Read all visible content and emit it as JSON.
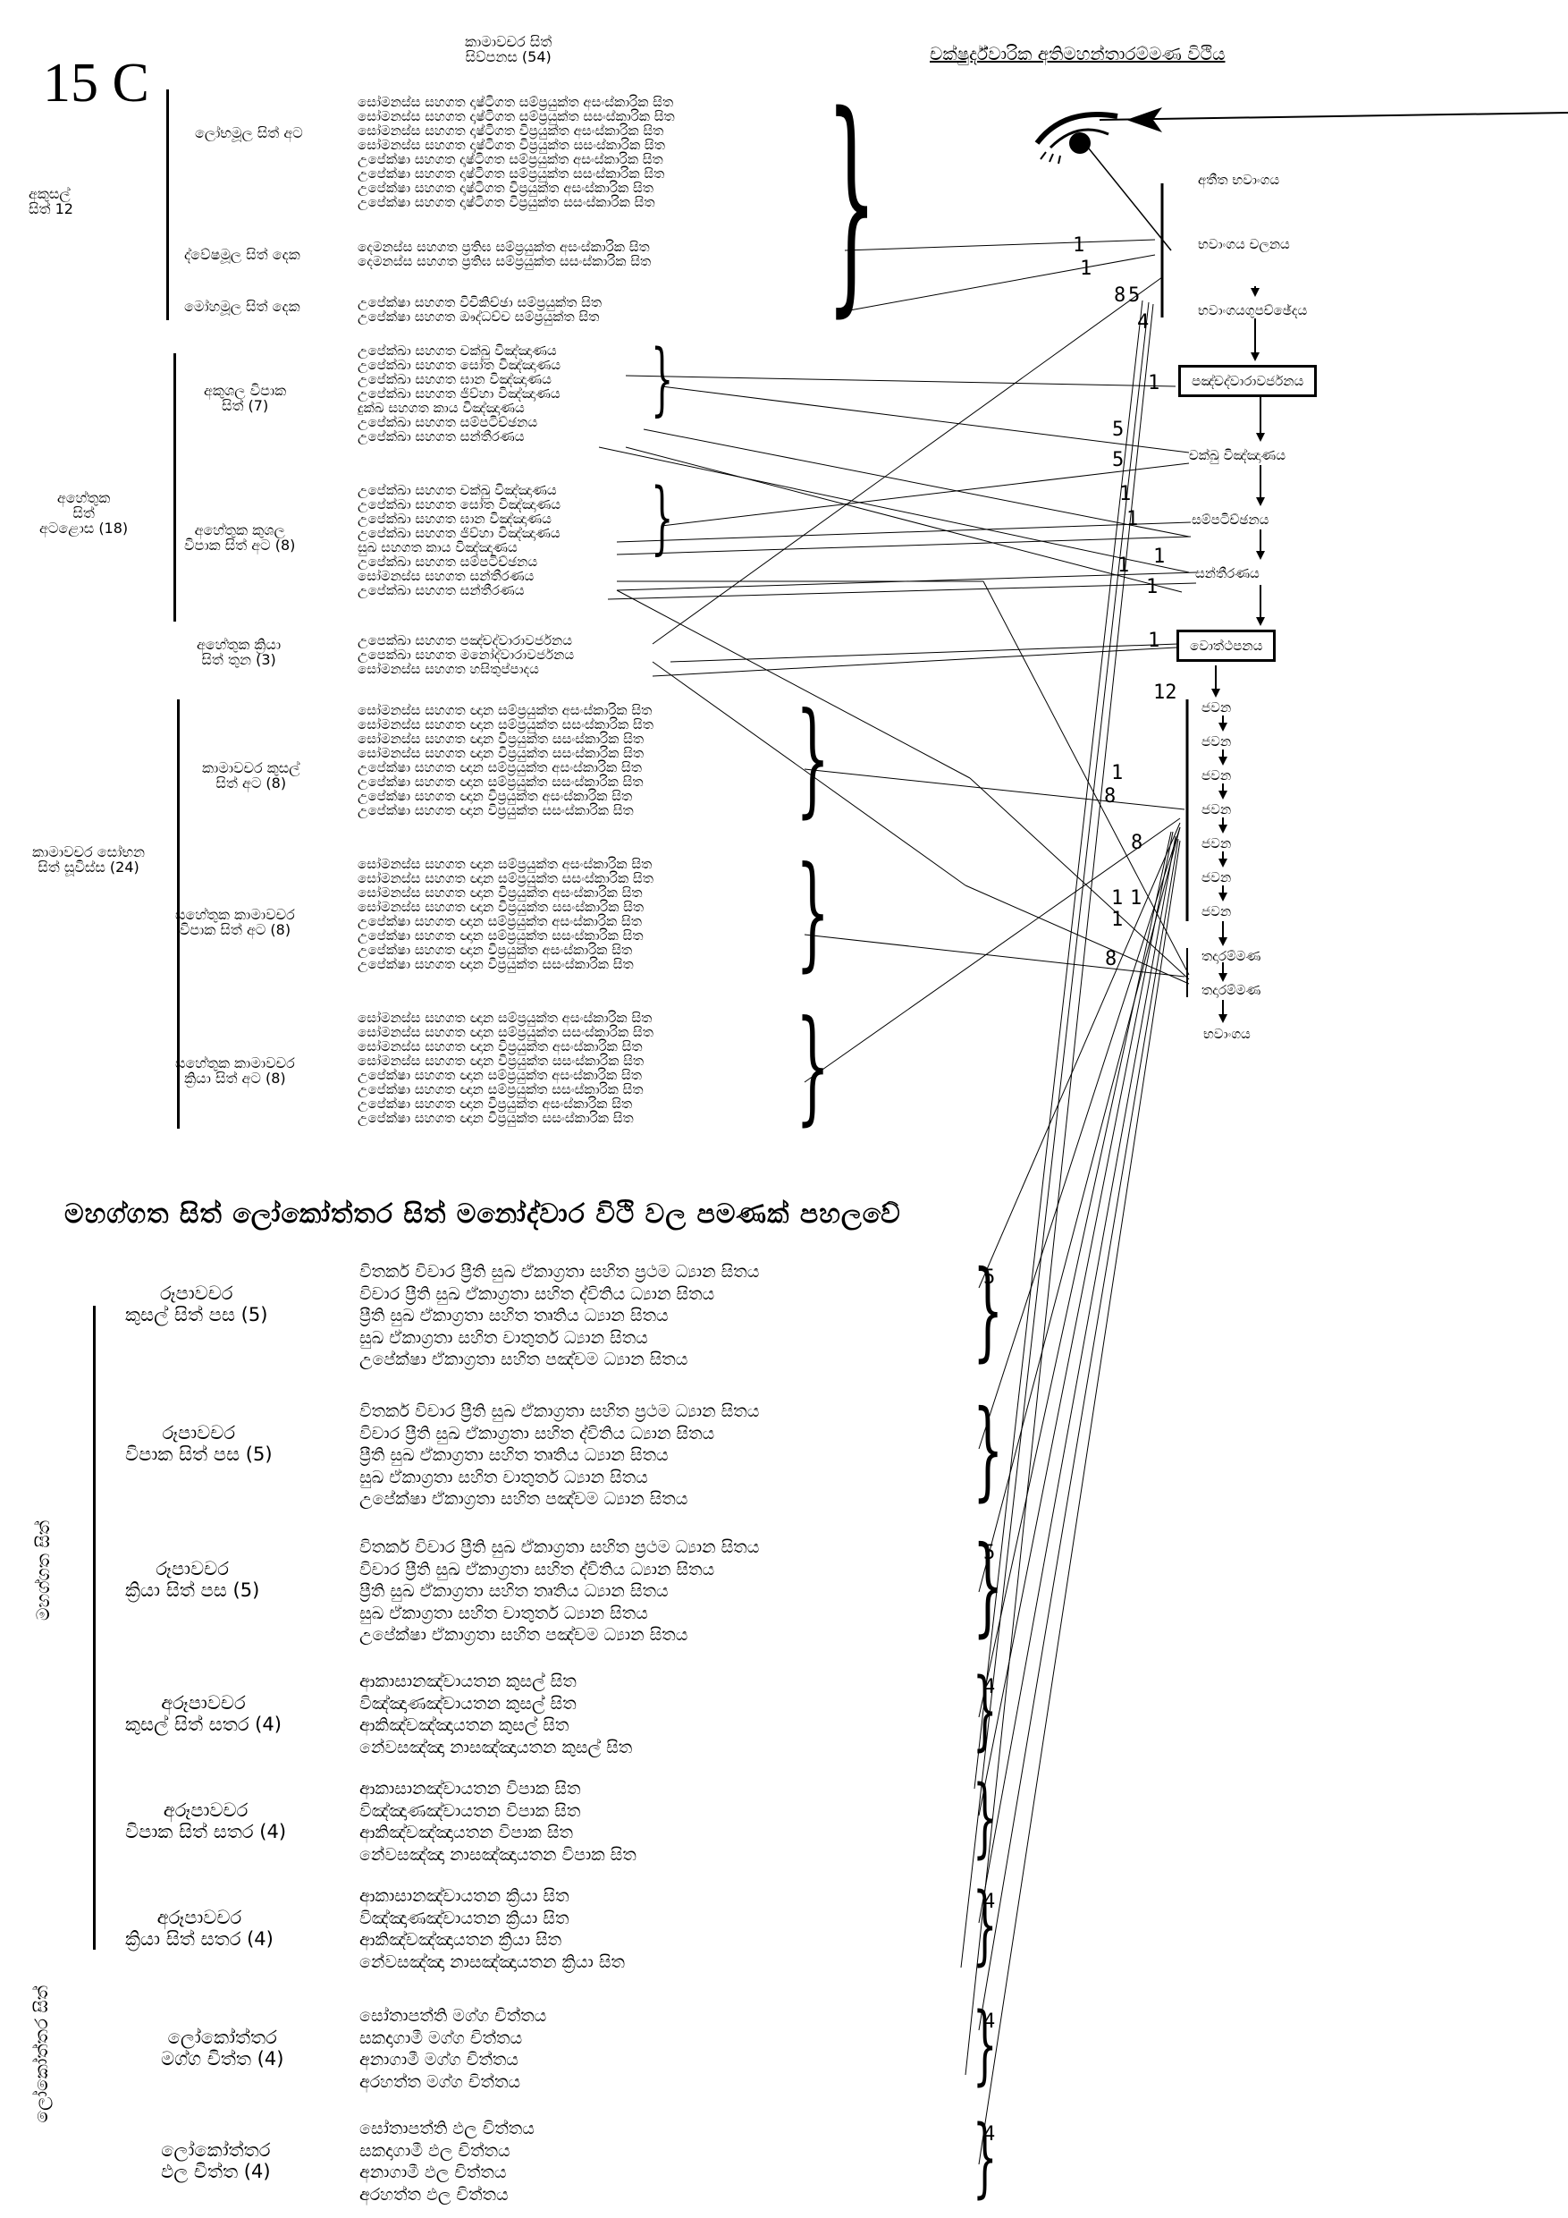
{
  "page_label": "15 C",
  "title": "චක්ෂුර්ද්වාරික අතිමහන්තාරම්මණ විථිය",
  "kamavacara_header": [
    "කාමාවචර සිත්",
    "සිව්පනස (54)"
  ],
  "akusal": {
    "label": [
      "අකුසල්",
      "සිත් 12"
    ],
    "groups": [
      {
        "label": "ලෝභමූල සිත් අට",
        "lines": [
          "සෝමනස්ස සහගත දෘෂ්ටිගත සම්ප්‍රයුක්ත අසංස්කාරික සිත",
          "සෝමනස්ස සහගත දෘෂ්ටිගත සම්ප්‍රයුක්ත සසංස්කාරික සිත",
          "සෝමනස්ස සහගත දෘෂ්ටිගත විප්‍රයුක්ත අසංස්කාරික සිත",
          "සෝමනස්ස සහගත දෘෂ්ටිගත විප්‍රයුක්ත සසංස්කාරික සිත",
          "උපේක්ෂා සහගත දෘෂ්ටිගත සම්ප්‍රයුක්ත අසංස්කාරික සිත",
          "උපේක්ෂා සහගත දෘෂ්ටිගත සම්ප්‍රයුක්ත සසංස්කාරික සිත",
          "උපේක්ෂා සහගත දෘෂ්ටිගත විප්‍රයුක්ත අසංස්කාරික සිත",
          "උපේක්ෂා සහගත දෘෂ්ටිගත විප්‍රයුක්ත සසංස්කාරික සිත"
        ]
      },
      {
        "label": "ද්වේෂමූල සිත් දෙක",
        "lines": [
          "දෙමනස්ස සහගත ප්‍රතිඝ සම්ප්‍රයුක්ත අසංස්කාරික සිත",
          "දෙමනස්ස සහගත ප්‍රතිඝ සම්ප්‍රයුක්ත සසංස්කාරික සිත"
        ]
      },
      {
        "label": "මෝහමූල සිත් දෙක",
        "lines": [
          "උපේක්ෂා සහගත විචිකිච්ඡා සම්ප්‍රයුක්ත  සිත",
          "උපේක්ෂා සහගත ඖද්ධච්ච සම්ප්‍රයුක්ත  සිත"
        ]
      }
    ]
  },
  "ahetuka": {
    "label": [
      "අහේතුක",
      "සිත්",
      "අටළොස (18)"
    ],
    "groups": [
      {
        "label": [
          "අකුශල විපාක",
          "සිත් (7)"
        ],
        "lines": [
          "උපේක්ඛා සහගත චක්ඛු විඤ්ඤාණය",
          "උපේක්ඛා සහගත සෝත විඤ්ඤාණය",
          "උපේක්ඛා සහගත ඝාන විඤ්ඤාණය",
          "උපේක්ඛා සහගත ජිව්හා විඤ්ඤාණය",
          "දුක්ඛ සහගත කාය විඤ්ඤාණය",
          "උපේක්ඛා සහගත සම්පටිච්ඡනය",
          "උපේක්ඛා සහගත සන්තීරණය"
        ]
      },
      {
        "label": [
          "අහේතුක කුශල",
          "විපාක සිත් අට (8)"
        ],
        "lines": [
          "උපේක්ඛා සහගත චක්ඛු විඤ්ඤාණය",
          "උපේක්ඛා සහගත සෝත විඤ්ඤාණය",
          "උපේක්ඛා සහගත ඝාන විඤ්ඤාණය",
          "උපේක්ඛා සහගත ජිව්හා විඤ්ඤාණය",
          "සුඛ සහගත කාය විඤ්ඤාණය",
          "උපේක්ඛා සහගත සම්පටිච්ඡනය",
          "සෝමනස්ස සහගත සන්තීරණය",
          "උපේක්ඛා සහගත සන්තීරණය"
        ]
      },
      {
        "label": [
          "අහේතුක ක්‍රියා",
          "සිත් තුන (3)"
        ],
        "lines": [
          "උපෙක්ඛා සහගත පඤ්චද්වාරාවර්ජනය",
          "උපෙක්ඛා සහගත මනෝද්වාරාවර්ජනය",
          "සෝමනස්ස සහගත හසිතුප්පාදය"
        ]
      }
    ]
  },
  "sobhana": {
    "label": [
      "කාමාවචර සෝභන",
      "සිත් සූවිස්ස (24)"
    ],
    "groups": [
      {
        "label": [
          "කාමාවචර කුසල්",
          "සිත් අට (8)"
        ],
        "lines": [
          "සෝමනස්ස සහගත ඥාන සම්ප්‍රයුක්ත අසංස්කාරික සිත",
          "සෝමනස්ස සහගත ඥාන සම්ප්‍රයුක්ත සසංස්කාරික සිත",
          "සෝමනස්ස සහගත ඥාන  විප්‍රයුක්ත සසංස්කාරික සිත",
          "සෝමනස්ස සහගත ඥාන විප්‍රයුක්ත සසංස්කාරික සිත",
          "උපේක්ෂා සහගත ඥාන සම්ප්‍රයුක්ත අසංස්කාරික සිත",
          "උපේක්ෂා සහගත ඥාන සම්ප්‍රයුක්ත සසංස්කාරික සිත",
          "උපේක්ෂා සහගත ඥාන විප්‍රයුක්ත අසංස්කාරික සිත",
          "උපේක්ෂා සහගත ඥාන විප්‍රයුක්ත සසංස්කාරික සිත"
        ]
      },
      {
        "label": [
          "සහේතුක කාමාවචර",
          "විපාක සිත් අට (8)"
        ],
        "lines": [
          "සෝමනස්ස සහගත ඥාන සම්ප්‍රයුක්ත අසංස්කාරික සිත",
          "සෝමනස්ස සහගත ඥාන සම්ප්‍රයුක්ත සසංස්කාරික සිත",
          "සෝමනස්ස සහගත ඥාන විප්‍රයුක්ත අසංස්කාරික සිත",
          "සෝමනස්ස සහගත ඥාන විප්‍රයුක්ත සසංස්කාරික සිත",
          "උපේක්ෂා සහගත ඥාන සම්ප්‍රයුක්ත අසංස්කාරික සිත",
          "උපේක්ෂා සහගත ඥාන සම්ප්‍රයුක්ත සසංස්කාරික සිත",
          "උපේක්ෂා සහගත ඥාන විප්‍රයුක්ත අසංස්කාරික සිත",
          "උපේක්ෂා සහගත ඥාන විප්‍රයුක්ත සසංස්කාරික සිත"
        ]
      },
      {
        "label": [
          "සහේතුක කාමාවචර",
          "ක්‍රියා සිත් අට (8)"
        ],
        "lines": [
          "සෝමනස්ස සහගත ඥාන සම්ප්‍රයුක්ත අසංස්කාරික සිත",
          "සෝමනස්ස සහගත ඥාන සම්ප්‍රයුක්ත සසංස්කාරික සිත",
          "සෝමනස්ස සහගත ඥාන විප්‍රයුක්ත අසංස්කාරික සිත",
          "සෝමනස්ස සහගත ඥාන විප්‍රයුක්ත සසංස්කාරික සිත",
          "උපේක්ෂා සහගත ඥාන සම්ප්‍රයුක්ත අසංස්කාරික සිත",
          "උපේක්ෂා සහගත ඥාන සම්ප්‍රයුක්ත සසංස්කාරික සිත",
          "උපේක්ෂා සහගත ඥාන විප්‍රයුක්ත අසංස්කාරික සිත",
          "උපේක්ෂා සහගත ඥාන විප්‍රයුක්ත සසංස්කාරික සිත"
        ]
      }
    ]
  },
  "vithi": {
    "steps": [
      "අතීත භවාංගය",
      "භවාංගය චලනය",
      "භවාංගයගුපච්ඡේදය",
      "පඤ්චද්වාරාවර්ජනය",
      "චක්ඛු විඤ්ඤාණය",
      "සම්පටිච්ඡනය",
      "සන්තීරණය",
      "වොත්ථපනය"
    ],
    "javana": [
      "ජවන",
      "ජවන",
      "ජවන",
      "ජවන",
      "ජවන",
      "ජවන",
      "ජවන"
    ],
    "tadarammana": [
      "තදාරම්මණ",
      "තදාරම්මණ"
    ],
    "end": "භවාංගය",
    "counts": {
      "bhavanga": [
        "1",
        "1",
        "8",
        "5",
        "4"
      ],
      "panca": "1",
      "cakkhu": [
        "5",
        "5"
      ],
      "sampat": [
        "1",
        "1"
      ],
      "santir": [
        "1",
        "1",
        "1"
      ],
      "votth": "1",
      "javana_top": "12",
      "javana": [
        "1",
        "8",
        "8"
      ],
      "tada": [
        "1",
        "1",
        "1",
        "8"
      ]
    }
  },
  "lower_title": "මහග්ගත සිත්   ලෝකෝත්තර සිත්  මනෝද්වාර විථි වල පමණක් පහලවේ",
  "mahaggata": {
    "side_label": "මහග්ගත සිත්",
    "groups": [
      {
        "label": [
          "රූපාවචර",
          "කුසල් සිත් පස (5)"
        ],
        "count": "5",
        "lines": [
          "විතර්ක විචාර ප්‍රීති සුඛ ඒකාග්‍රතා සහිත ප්‍රථම ධ්‍යාන සිතය",
          "විචාර ප්‍රීති සුඛ ඒකාග්‍රතා සහිත ද්විතිය ධ්‍යාන සිතය",
          "ප්‍රීති සුඛ ඒකාග්‍රතා සහිත තෘතිය ධ්‍යාන සිතය",
          "සුඛ ඒකාග්‍රතා සහිත චාතුර්ත ධ්‍යාන සිතය",
          "උපේක්ෂා ඒකාග්‍රතා සහිත පඤ්චම ධ්‍යාන සිතය"
        ]
      },
      {
        "label": [
          "රූපාවචර",
          "විපාක සිත් පස (5)"
        ],
        "count": "",
        "lines": [
          "විතර්ක විචාර ප්‍රීති සුඛ ඒකාග්‍රතා සහිත ප්‍රථම ධ්‍යාන සිතය",
          "විචාර ප්‍රීති සුඛ ඒකාග්‍රතා සහිත ද්විතිය ධ්‍යාන සිතය",
          "ප්‍රීති සුඛ ඒකාග්‍රතා සහිත තෘතිය ධ්‍යාන සිතය",
          "සුඛ ඒකාග්‍රතා සහිත චාතුර්ත ධ්‍යාන සිතය",
          "උපේක්ෂා ඒකාග්‍රතා සහිත පඤ්චම ධ්‍යාන සිතය"
        ]
      },
      {
        "label": [
          "රූපාවචර",
          "ක්‍රියා සිත් පස (5)"
        ],
        "count": "5",
        "lines": [
          "විතර්ක විචාර ප්‍රීති සුඛ ඒකාග්‍රතා සහිත ප්‍රථම ධ්‍යාන සිතය",
          "විචාර ප්‍රීති සුඛ ඒකාග්‍රතා සහිත ද්විතිය ධ්‍යාන සිතය",
          "ප්‍රීති සුඛ ඒකාග්‍රතා සහිත තෘතිය ධ්‍යාන සිතය",
          "සුඛ ඒකාග්‍රතා සහිත චාතුර්ත ධ්‍යාන සිතය",
          "උපේක්ෂා ඒකාග්‍රතා සහිත පඤ්චම ධ්‍යාන සිතය"
        ]
      },
      {
        "label": [
          "අරූපාවචර",
          "කුසල් සිත් සතර (4)"
        ],
        "count": "4",
        "lines": [
          "ආකාසානඤ්චායතන කුසල් සිත",
          "විඤ්ඤාණඤ්චායතන කුසල් සිත",
          "ආකිඤ්චඤ්ඤායතන කුසල් සිත",
          "නේවසඤ්ඤා නාසඤ්ඤායතන කුසල් සිත"
        ]
      },
      {
        "label": [
          "අරූපාවචර",
          "විපාක සිත් සතර (4)"
        ],
        "count": "",
        "lines": [
          "ආකාසානඤ්චායතන විපාක සිත",
          "විඤ්ඤාණඤ්චායතන  විපාක සිත",
          "ආකිඤ්චඤ්ඤායතන  විපාක සිත",
          "නේවසඤ්ඤා නාසඤ්ඤායතන  විපාක සිත"
        ]
      },
      {
        "label": [
          "අරූපාවචර",
          "ක්‍රියා සිත් සතර (4)"
        ],
        "count": "4",
        "lines": [
          "ආකාසානඤ්චායතන ක්‍රියා සිත",
          "විඤ්ඤාණඤ්චායතන  ක්‍රියා සිත",
          "ආකිඤ්චඤ්ඤායතන  ක්‍රියා සිත",
          "නේවසඤ්ඤා නාසඤ්ඤායතන  ක්‍රියා සිත"
        ]
      }
    ]
  },
  "lokottara": {
    "side_label": "ලෝකෝත්තර සිත්",
    "groups": [
      {
        "label": [
          "ලෝකෝත්තර",
          "මග්ග චිත්ත (4)"
        ],
        "count": "4",
        "lines": [
          "සෝතාපත්ති මග්ග චිත්තය",
          "සකදාගාමී මග්ග චිත්තය",
          "අනාගාමී මග්ග චිත්තය",
          "අරහත්ත මග්ග චිත්තය"
        ]
      },
      {
        "label": [
          "ලෝකෝත්තර",
          "ඵල චිත්ත (4)"
        ],
        "count": "4",
        "lines": [
          "සෝතාපත්ති ඵල චිත්තය",
          "සකදාගාමී ඵල චිත්තය",
          "අනාගාමී ඵල චිත්තය",
          "අරහත්ත ඵල චිත්තය"
        ]
      }
    ]
  }
}
